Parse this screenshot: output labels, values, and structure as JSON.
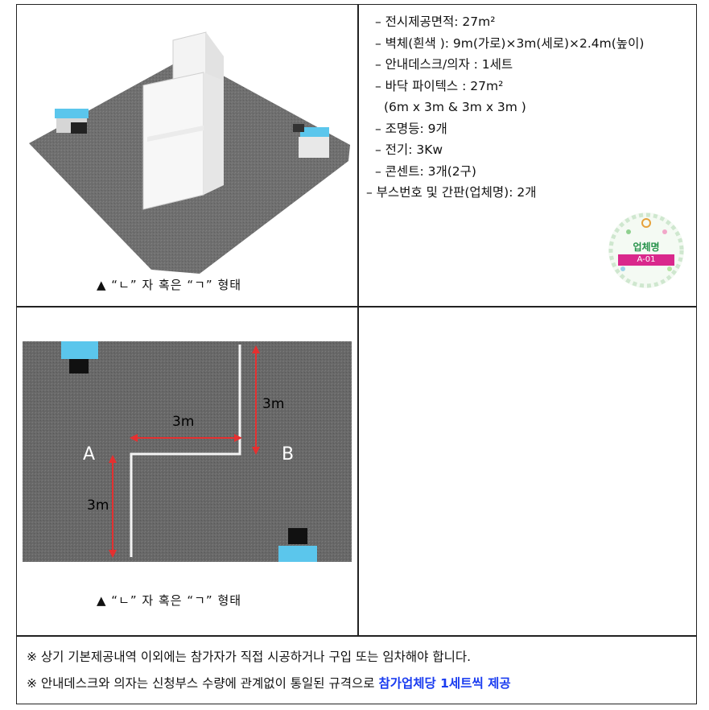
{
  "top_left": {
    "caption": "▲ “ㄴ” 자 혹은 “ㄱ” 형태"
  },
  "specs": {
    "items": [
      {
        "text": "– 전시제공면적: 27m²",
        "style": "ind"
      },
      {
        "text": "– 벽체(흰색 ): 9m(가로)×3m(세로)×2.4m(높이)",
        "style": "ind"
      },
      {
        "text": "– 안내데스크/의자 : 1세트",
        "style": "ind"
      },
      {
        "text": "– 바닥 파이텍스 : 27m²",
        "style": "ind"
      },
      {
        "text": "(6m x 3m & 3m x 3m )",
        "style": "sub"
      },
      {
        "text": "– 조명등: 9개",
        "style": "ind"
      },
      {
        "text": "– 전기: 3Kw",
        "style": "ind"
      },
      {
        "text": "– 콘센트: 3개(2구)",
        "style": "ind"
      },
      {
        "text": "– 부스번호 및 간판(업체명): 2개",
        "style": ""
      }
    ]
  },
  "sign": {
    "name": "업체명",
    "number": "A-01"
  },
  "plan": {
    "label_a": "A",
    "label_b": "B",
    "dim_top": "3m",
    "dim_right": "3m",
    "dim_left": "3m",
    "caption": "▲ “ㄴ” 자 혹은 “ㄱ” 형태"
  },
  "notes": {
    "line1": "※ 상기 기본제공내역 이외에는 참가자가 직접 시공하거나 구입 또는 임차해야 합니다.",
    "line2_prefix": "※ 안내데스크와 의자는 신청부스 수량에 관계없이 통일된 규격으로 ",
    "line2_highlight": "참가업체당 1세트씩 제공"
  },
  "colors": {
    "desk_blue": "#5bc6ec",
    "floor": "#6e6e6e",
    "highlight": "#1a3cf0",
    "sign_pink": "#d9288c",
    "sign_green": "#27934b"
  }
}
